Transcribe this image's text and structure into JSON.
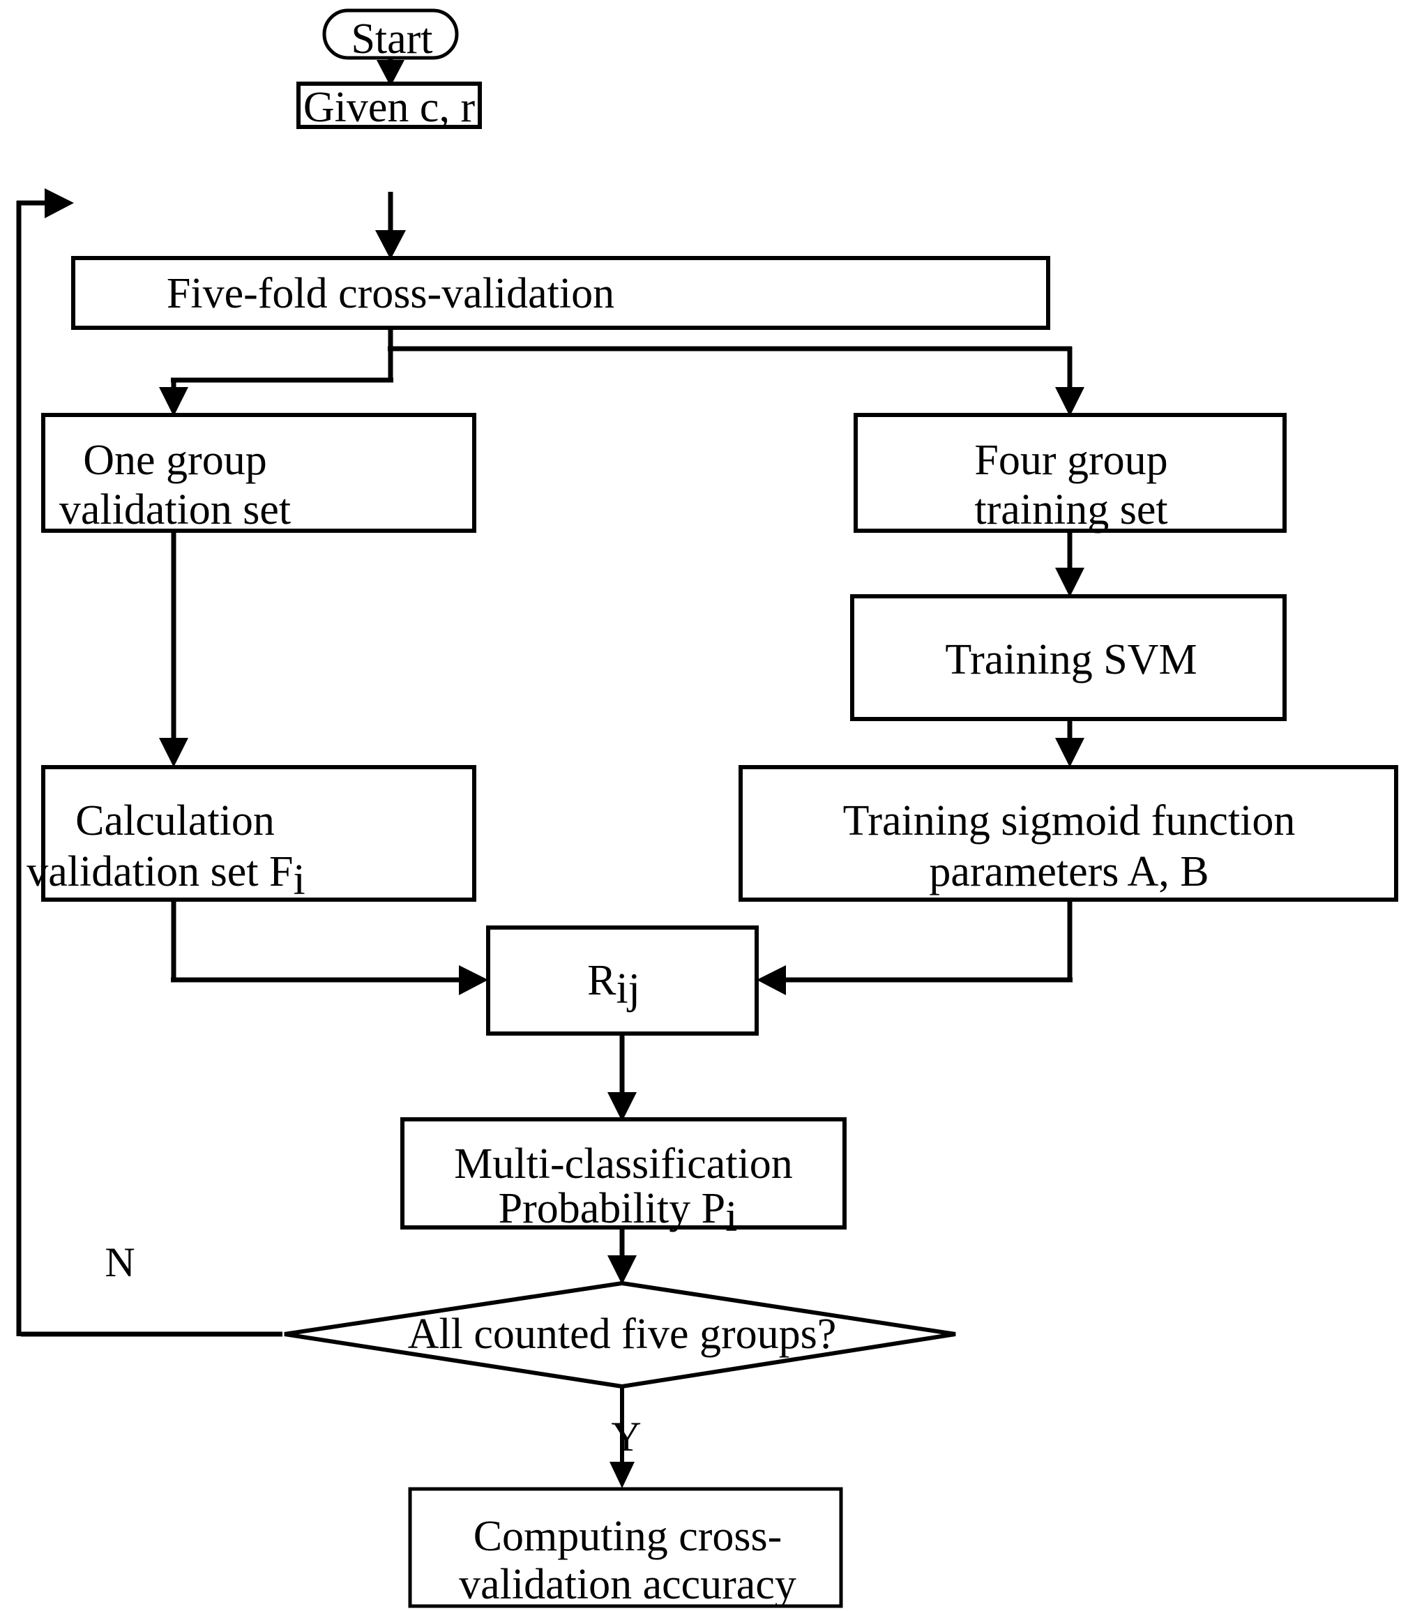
{
  "diagram": {
    "title": "Five-fold cross-validation SVM probability flowchart",
    "background_color": "#ffffff",
    "line_color": "#000000",
    "text_color": "#000000",
    "nodes": {
      "start": {
        "label": "Start",
        "shape": "rounded-terminator"
      },
      "given": {
        "label": "Given c, r",
        "shape": "rectangle"
      },
      "fivefold": {
        "label": "Five-fold cross-validation",
        "shape": "rectangle"
      },
      "one_group": {
        "line1": "One group",
        "line2": "validation set",
        "shape": "rectangle"
      },
      "four_group": {
        "line1": "Four group",
        "line2": "training set",
        "shape": "rectangle"
      },
      "training_svm": {
        "label": "Training SVM",
        "shape": "rectangle"
      },
      "calc_validation": {
        "line1": "Calculation",
        "line2": "validation set F",
        "sub2": "i",
        "shape": "rectangle"
      },
      "training_sigmoid": {
        "line1": "Training sigmoid function",
        "line2": "parameters A, B",
        "shape": "rectangle"
      },
      "rij": {
        "label": "R",
        "sub": "ij",
        "shape": "rectangle"
      },
      "multi_class": {
        "line1": "Multi-classification",
        "line2": "Probability P",
        "sub2": "i",
        "shape": "rectangle"
      },
      "decision": {
        "label": "All counted five groups?",
        "shape": "diamond"
      },
      "computing": {
        "line1": "Computing cross-",
        "line2": "validation accuracy",
        "shape": "rectangle"
      }
    },
    "edge_labels": {
      "no_branch": "N",
      "yes_branch": "Y"
    }
  }
}
